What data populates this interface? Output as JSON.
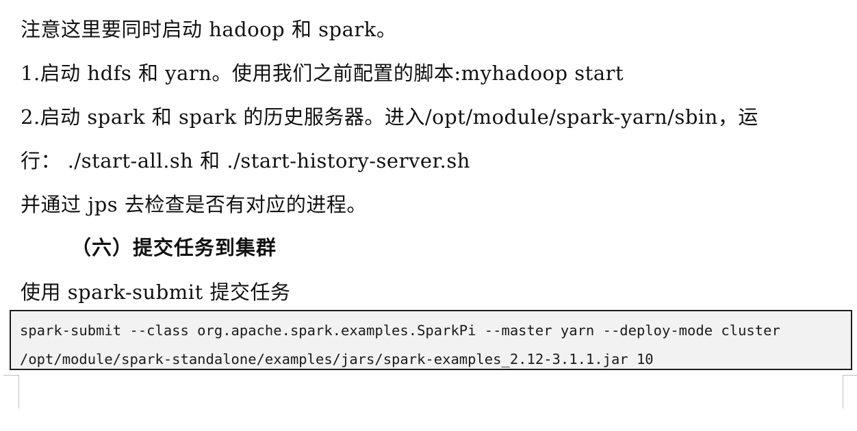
{
  "document": {
    "paragraphs": [
      "注意这里要同时启动 hadoop 和 spark。",
      "1.启动 hdfs 和 yarn。使用我们之前配置的脚本:myhadoop start",
      "2.启动 spark 和 spark 的历史服务器。进入/opt/module/spark-yarn/sbin，运",
      "行： ./start-all.sh 和 ./start-history-server.sh",
      "并通过 jps 去检查是否有对应的进程。"
    ],
    "heading": "（六）提交任务到集群",
    "intro": "使用 spark-submit 提交任务",
    "code_lines": [
      "spark-submit --class org.apache.spark.examples.SparkPi --master yarn --deploy-mode cluster",
      "/opt/module/spark-standalone/examples/jars/spark-examples_2.12-3.1.1.jar 10"
    ]
  },
  "colors": {
    "text": "#111111",
    "code_background": "#f2f2f2",
    "code_border": "#1a1a1a",
    "page_corner_marks": "#bdbdbd"
  }
}
